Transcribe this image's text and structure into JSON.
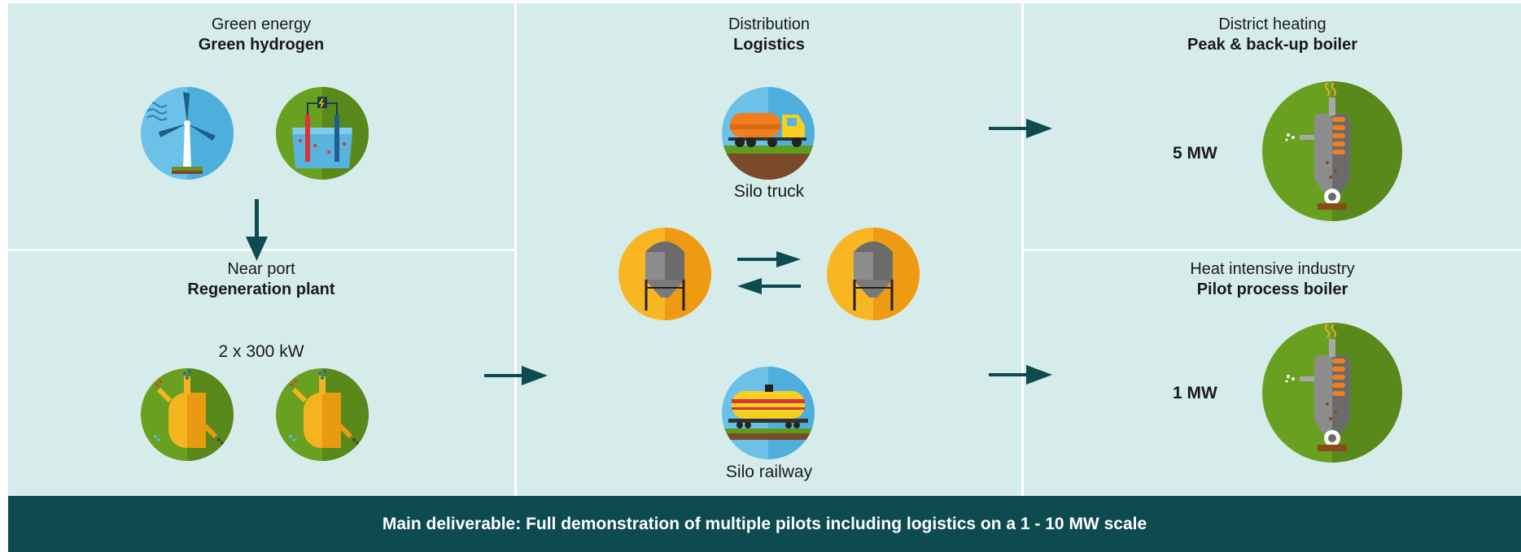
{
  "panels": {
    "green_energy": {
      "sub": "Green energy",
      "main": "Green hydrogen"
    },
    "regeneration": {
      "sub": "Near port",
      "main": "Regeneration plant",
      "capacity": "2 x 300 kW"
    },
    "distribution": {
      "sub": "Distribution",
      "main": "Logistics",
      "truck_label": "Silo truck",
      "rail_label": "Silo railway"
    },
    "district_heating": {
      "sub": "District heating",
      "main": "Peak & back-up boiler",
      "power": "5 MW"
    },
    "industry": {
      "sub": "Heat intensive industry",
      "main": "Pilot process boiler",
      "power": "1 MW"
    }
  },
  "footer": {
    "text": "Main deliverable: Full demonstration of multiple pilots including logistics on a 1 - 10 MW scale"
  },
  "colors": {
    "panel_bg": "#d5ecea",
    "footer_bg": "#0d4b50",
    "arrow": "#0d4b50",
    "sky_blue": "#5ab8e0",
    "leaf_green": "#5f9c1e",
    "silo_orange": "#f5a623"
  },
  "icons": [
    "wind-turbine-icon",
    "electrolyser-icon",
    "regeneration-reactor-icon",
    "silo-truck-icon",
    "silo-icon",
    "silo-railway-icon",
    "boiler-icon"
  ]
}
